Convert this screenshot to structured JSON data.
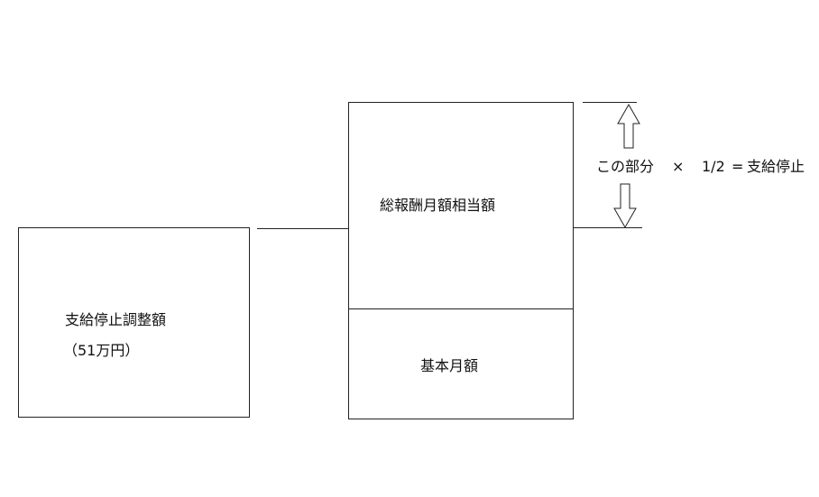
{
  "left_box": {
    "title": "支給停止調整額",
    "amount": "（51万円）"
  },
  "right_box": {
    "upper_label": "総報酬月額相当額",
    "lower_label": "基本月額"
  },
  "formula": {
    "part": "この部分",
    "times": "×",
    "fraction": "1/2",
    "equals": "=",
    "result": "支給停止"
  },
  "icons": {
    "up": "up-arrow-icon",
    "down": "down-arrow-icon"
  }
}
